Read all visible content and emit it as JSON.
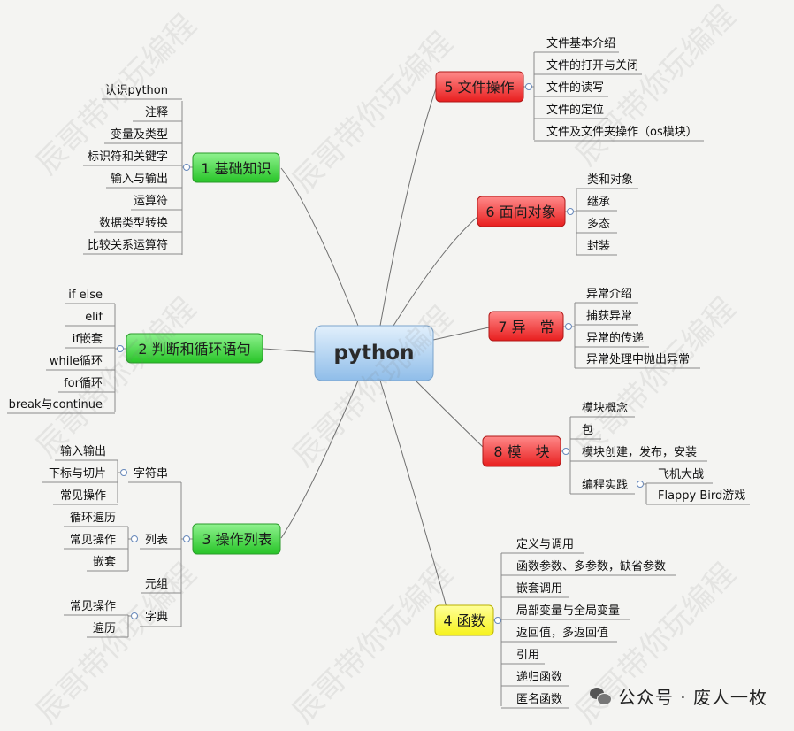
{
  "center": "python",
  "branches": {
    "b1": {
      "label": "1 基础知识",
      "items": [
        "认识python",
        "注释",
        "变量及类型",
        "标识符和关键字",
        "输入与输出",
        "运算符",
        "数据类型转换",
        "比较关系运算符"
      ]
    },
    "b2": {
      "label": "2 判断和循环语句",
      "items": [
        "if else",
        "elif",
        "if嵌套",
        "while循环",
        "for循环",
        "break与continue"
      ]
    },
    "b3": {
      "label": "3 操作列表",
      "groups": [
        {
          "label": "字符串",
          "items": [
            "输入输出",
            "下标与切片",
            "常见操作"
          ]
        },
        {
          "label": "列表",
          "items": [
            "循环遍历",
            "常见操作",
            "嵌套"
          ]
        },
        {
          "label": "元组",
          "items": []
        },
        {
          "label": "字典",
          "items": [
            "常见操作",
            "遍历"
          ]
        }
      ]
    },
    "b4": {
      "label": "4 函数",
      "items": [
        "定义与调用",
        "函数参数、多参数，缺省参数",
        "嵌套调用",
        "局部变量与全局变量",
        "返回值，多返回值",
        "引用",
        "递归函数",
        "匿名函数"
      ]
    },
    "b5": {
      "label": "5 文件操作",
      "items": [
        "文件基本介绍",
        "文件的打开与关闭",
        "文件的读写",
        "文件的定位",
        "文件及文件夹操作（os模块）"
      ]
    },
    "b6": {
      "label": "6 面向对象",
      "items": [
        "类和对象",
        "继承",
        "多态",
        "封装"
      ]
    },
    "b7": {
      "label": "7 异　常",
      "items": [
        "异常介绍",
        "捕获异常",
        "异常的传递",
        "异常处理中抛出异常"
      ]
    },
    "b8": {
      "label": "8 模　块",
      "items": [
        "模块概念",
        "包",
        "模块创建，发布，安装",
        "编程实践"
      ],
      "practice": [
        "飞机大战",
        "Flappy Bird游戏"
      ]
    }
  },
  "watermark": "辰哥带你玩编程",
  "footer": {
    "text": "公众号 · 废人一枚"
  },
  "colors": {
    "green": "#3cd43c",
    "red": "#ef3030",
    "yellow": "#ffff33",
    "center": "#a9cef2"
  }
}
